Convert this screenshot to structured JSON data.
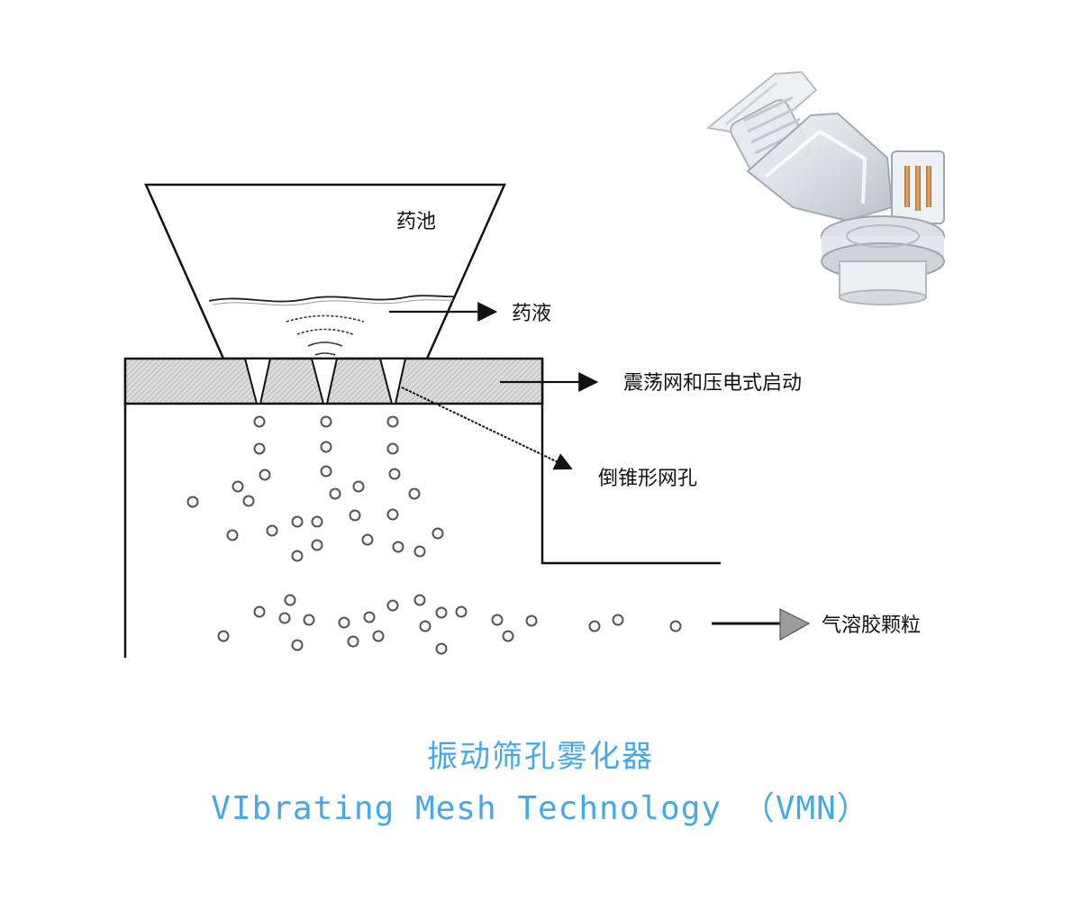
{
  "labels": {
    "reservoir": "药池",
    "liquid": "药液",
    "mesh": "震荡网和压电式启动",
    "holes": "倒锥形网孔",
    "aerosol": "气溶胶颗粒"
  },
  "title": {
    "chinese": "振动筛孔雾化器",
    "english": "VIbrating Mesh Technology （VMN）"
  },
  "colors": {
    "title": "#45a8e8",
    "line": "#111111",
    "mesh_fill": "#d8d8d8",
    "particle": "#555555"
  }
}
